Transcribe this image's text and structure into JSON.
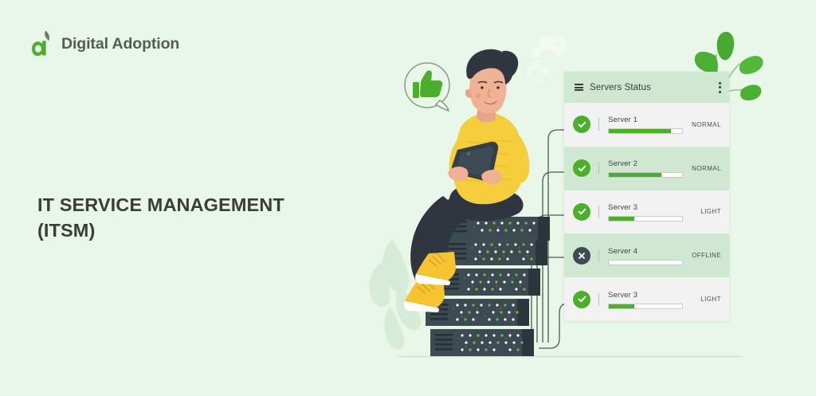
{
  "brand": {
    "logo_icon": "digital-adoption-leaf-a-icon",
    "name": "Digital Adoption",
    "accent_green": "#4caf29",
    "text_gray": "#58595b"
  },
  "headline": {
    "line1": "IT SERVICE MANAGEMENT",
    "line2": "(ITSM)"
  },
  "panel": {
    "menu_icon": "hamburger-icon",
    "title": "Servers Status",
    "overflow_icon": "kebab-menu-icon",
    "header_bg": "#cfe8d2",
    "rows": [
      {
        "icon": "check-circle-icon",
        "label": "Server 1",
        "progress": 85,
        "status": "NORMAL",
        "state": "ok"
      },
      {
        "icon": "check-circle-icon",
        "label": "Server 2",
        "progress": 72,
        "status": "NORMAL",
        "state": "ok"
      },
      {
        "icon": "check-circle-icon",
        "label": "Server 3",
        "progress": 35,
        "status": "LIGHT",
        "state": "ok"
      },
      {
        "icon": "x-circle-icon",
        "label": "Server 4",
        "progress": 0,
        "status": "OFFLINE",
        "state": "offline"
      },
      {
        "icon": "check-circle-icon",
        "label": "Server 3",
        "progress": 35,
        "status": "LIGHT",
        "state": "ok"
      }
    ]
  },
  "illustration": {
    "background_color": "#e8f7e8",
    "person": "man-sitting-on-servers-holding-tablet",
    "speech_bubble_icon": "thumbs-up-icon",
    "gear_icons": "gears-decoration",
    "plant_icon": "plant-leaves-decoration",
    "server_rack": "stacked-server-units",
    "sweater_color": "#f5ce3e",
    "shoe_color": "#f5c430",
    "server_color": "#3c4a52"
  }
}
